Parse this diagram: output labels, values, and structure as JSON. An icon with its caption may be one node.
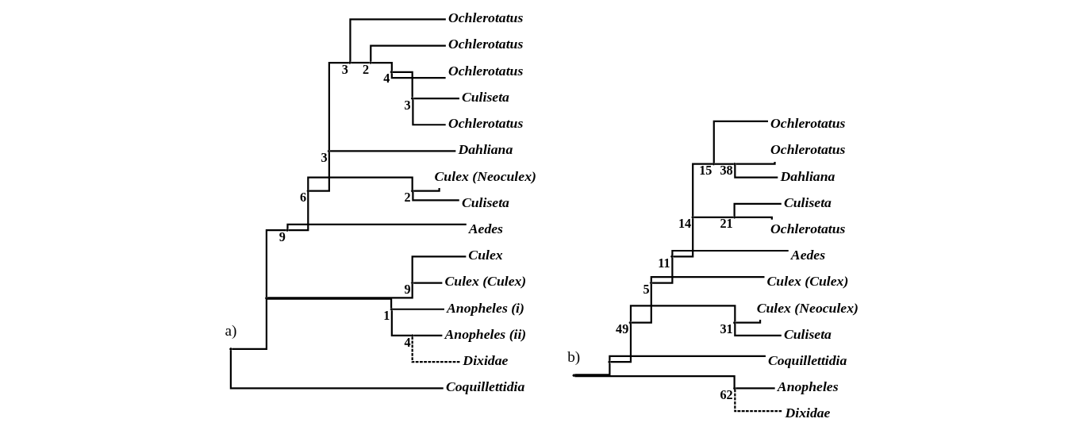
{
  "diagram": {
    "nodes": [
      {
        "text": [],
        "shape": "point"
      },
      {
        "text": [],
        "shape": "point"
      },
      {
        "text": [],
        "shape": "point",
        "beside": [
          "9"
        ]
      },
      {
        "text": [],
        "shape": "point",
        "beside": [
          "6"
        ]
      },
      {
        "text": [],
        "shape": "point",
        "beside": [
          "3"
        ]
      },
      {
        "text": [],
        "shape": "point",
        "beside": [
          "3"
        ]
      },
      {
        "text": [
          "Ochlerotatus"
        ]
      },
      {
        "text": [],
        "shape": "point",
        "beside": [
          "2"
        ]
      },
      {
        "text": [
          "Ochlerotatus"
        ]
      },
      {
        "text": [],
        "shape": "point",
        "beside": [
          "4"
        ]
      },
      {
        "text": [
          "Ochlerotatus"
        ]
      },
      {
        "text": [],
        "shape": "point",
        "beside": [
          "3"
        ]
      },
      {
        "text": [
          "Culiseta"
        ]
      },
      {
        "text": [
          "Ochlerotatus"
        ]
      },
      {
        "text": [
          "Dahliana"
        ]
      },
      {
        "text": [],
        "shape": "point",
        "beside": [
          "2"
        ]
      },
      {
        "text": [
          "Culex (Neoculex)"
        ]
      },
      {
        "text": [
          "Culiseta"
        ]
      },
      {
        "text": [
          "Aedes"
        ]
      },
      {
        "text": [],
        "shape": "point",
        "beside": [
          "9"
        ]
      },
      {
        "text": [
          "Culex"
        ]
      },
      {
        "text": [
          "Culex (Culex)"
        ]
      },
      {
        "text": [],
        "shape": "point",
        "beside": [
          "1"
        ]
      },
      {
        "text": [
          "Anopheles (i)"
        ]
      },
      {
        "text": [],
        "shape": "point",
        "beside": [
          "4"
        ]
      },
      {
        "text": [
          "Anopheles (ii)"
        ]
      },
      {
        "text": [
          "Dixidae"
        ]
      },
      {
        "text": [
          "Coquillettidia"
        ]
      },
      {
        "text": [],
        "shape": "point"
      },
      {
        "text": [],
        "shape": "point"
      },
      {
        "text": [],
        "shape": "point",
        "beside": [
          "49"
        ]
      },
      {
        "text": [],
        "shape": "point",
        "beside": [
          "5"
        ]
      },
      {
        "text": [],
        "shape": "point",
        "beside": [
          "11"
        ]
      },
      {
        "text": [],
        "shape": "point",
        "beside": [
          "14"
        ]
      },
      {
        "text": [],
        "shape": "point",
        "beside": [
          "15"
        ]
      },
      {
        "text": [
          "Ochlerotatus"
        ]
      },
      {
        "text": [],
        "shape": "point",
        "beside": [
          "38"
        ]
      },
      {
        "text": [
          "Ochlerotatus"
        ]
      },
      {
        "text": [
          "Dahliana"
        ]
      },
      {
        "text": [],
        "shape": "point",
        "beside": [
          "21"
        ]
      },
      {
        "text": [
          "Culiseta"
        ]
      },
      {
        "text": [
          "Ochlerotatus"
        ]
      },
      {
        "text": [
          "Aedes"
        ]
      },
      {
        "text": [
          "Culex (Culex)"
        ]
      },
      {
        "text": [],
        "shape": "point",
        "beside": [
          "31"
        ]
      },
      {
        "text": [
          "Culex (Neoculex)"
        ]
      },
      {
        "text": [
          "Culiseta"
        ]
      },
      {
        "text": [
          "Coquillettidia"
        ]
      },
      {
        "text": [],
        "shape": "point",
        "beside": [
          "62"
        ]
      },
      {
        "text": [
          "Anopheles"
        ]
      },
      {
        "text": [
          "Dixidae"
        ]
      }
    ],
    "edges": [
      {
        "from": 0,
        "to": 1,
        "arrow": "none"
      },
      {
        "from": 0,
        "to": 27,
        "arrow": "none"
      },
      {
        "from": 1,
        "to": 2,
        "arrow": "none"
      },
      {
        "from": 1,
        "to": 19,
        "arrow": "none"
      },
      {
        "from": 1,
        "to": 22,
        "arrow": "none"
      },
      {
        "from": 2,
        "to": 3,
        "arrow": "none"
      },
      {
        "from": 2,
        "to": 18,
        "arrow": "none"
      },
      {
        "from": 3,
        "to": 4,
        "arrow": "none"
      },
      {
        "from": 3,
        "to": 15,
        "arrow": "none"
      },
      {
        "from": 4,
        "to": 5,
        "arrow": "none"
      },
      {
        "from": 4,
        "to": 14,
        "arrow": "none"
      },
      {
        "from": 5,
        "to": 6,
        "arrow": "none"
      },
      {
        "from": 5,
        "to": 7,
        "arrow": "none"
      },
      {
        "from": 7,
        "to": 8,
        "arrow": "none"
      },
      {
        "from": 7,
        "to": 9,
        "arrow": "none"
      },
      {
        "from": 9,
        "to": 10,
        "arrow": "none"
      },
      {
        "from": 9,
        "to": 11,
        "arrow": "none"
      },
      {
        "from": 11,
        "to": 12,
        "arrow": "none"
      },
      {
        "from": 11,
        "to": 13,
        "arrow": "none"
      },
      {
        "from": 15,
        "to": 16,
        "arrow": "none"
      },
      {
        "from": 15,
        "to": 17,
        "arrow": "none"
      },
      {
        "from": 19,
        "to": 20,
        "arrow": "none"
      },
      {
        "from": 19,
        "to": 21,
        "arrow": "none"
      },
      {
        "from": 22,
        "to": 23,
        "arrow": "none"
      },
      {
        "from": 22,
        "to": 24,
        "arrow": "none"
      },
      {
        "from": 24,
        "to": 25,
        "arrow": "none"
      },
      {
        "from": 24,
        "to": 26,
        "arrow": "none",
        "style": "dashed"
      },
      {
        "from": 28,
        "to": 29,
        "arrow": "none"
      },
      {
        "from": 28,
        "to": 48,
        "arrow": "none"
      },
      {
        "from": 29,
        "to": 30,
        "arrow": "none"
      },
      {
        "from": 29,
        "to": 47,
        "arrow": "none"
      },
      {
        "from": 30,
        "to": 31,
        "arrow": "none"
      },
      {
        "from": 30,
        "to": 44,
        "arrow": "none"
      },
      {
        "from": 31,
        "to": 32,
        "arrow": "none"
      },
      {
        "from": 31,
        "to": 43,
        "arrow": "none"
      },
      {
        "from": 32,
        "to": 33,
        "arrow": "none"
      },
      {
        "from": 32,
        "to": 42,
        "arrow": "none"
      },
      {
        "from": 33,
        "to": 34,
        "arrow": "none"
      },
      {
        "from": 33,
        "to": 39,
        "arrow": "none"
      },
      {
        "from": 34,
        "to": 35,
        "arrow": "none"
      },
      {
        "from": 34,
        "to": 36,
        "arrow": "none"
      },
      {
        "from": 36,
        "to": 37,
        "arrow": "none"
      },
      {
        "from": 36,
        "to": 38,
        "arrow": "none"
      },
      {
        "from": 39,
        "to": 40,
        "arrow": "none"
      },
      {
        "from": 39,
        "to": 41,
        "arrow": "none"
      },
      {
        "from": 44,
        "to": 45,
        "arrow": "none"
      },
      {
        "from": 44,
        "to": 46,
        "arrow": "none"
      },
      {
        "from": 48,
        "to": 49,
        "arrow": "none"
      },
      {
        "from": 48,
        "to": 50,
        "arrow": "none",
        "style": "dashed"
      }
    ],
    "labels": [
      "a)",
      "b)"
    ]
  }
}
